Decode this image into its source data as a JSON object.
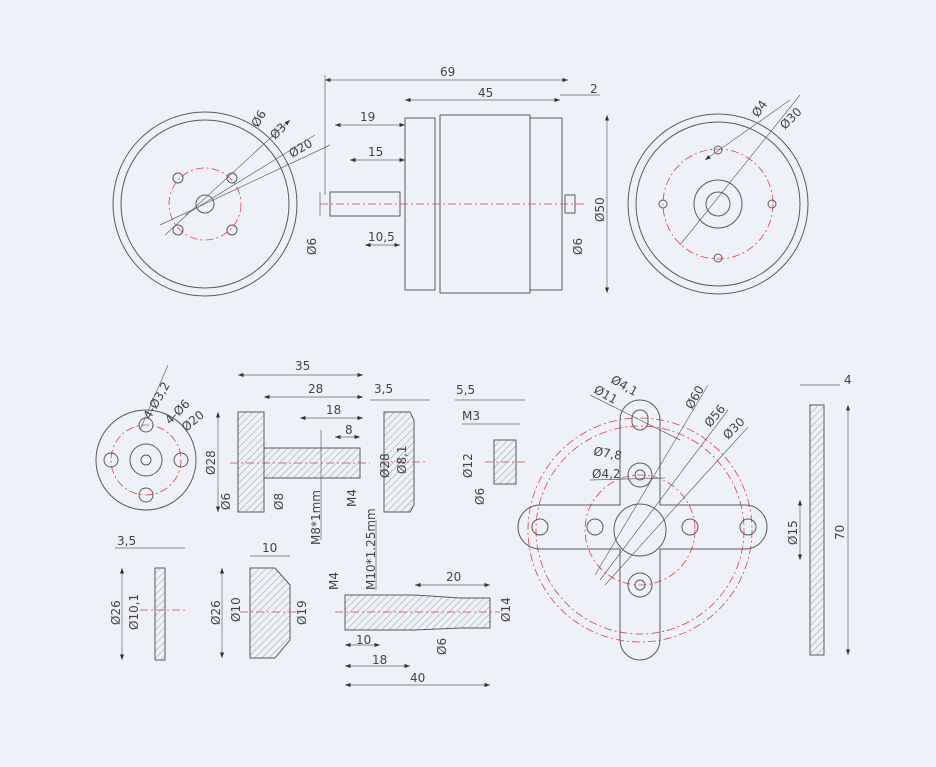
{
  "colors": {
    "background": "#eef2f8",
    "line": "#5a5a5a",
    "centerline": "#e04040"
  },
  "top_row": {
    "front_left": {
      "d_shaft": "Ø6",
      "d_holes": "Ø3",
      "d_bolt_circle": "Ø20"
    },
    "side": {
      "overall_length": "69",
      "body_length": "45",
      "gap": "2",
      "shaft_to_body": "19",
      "shaft_length": "15",
      "shaft_flat": "10,5",
      "d_shaft_left": "Ø6",
      "d_shaft_right": "Ø6",
      "d_body": "Ø50"
    },
    "front_right": {
      "d_holes": "Ø4",
      "d_bolt_circle": "Ø30"
    }
  },
  "bottom_row": {
    "prop_adapter_front": {
      "holes": "4-Ø3,2",
      "counterbore": "4-Ø6",
      "bolt_circle": "Ø20"
    },
    "prop_adapter_side": {
      "length_total": "35",
      "length_hub": "28",
      "length_thread": "18",
      "length_m4": "8",
      "d_flange": "Ø28",
      "d_bore": "Ø6",
      "d_shaft": "Ø8",
      "thread": "M8*1mm",
      "m4": "M4",
      "thread2": "M10*1.25mm"
    },
    "washer": {
      "thickness": "3,5",
      "d_outer": "Ø28",
      "d_inner": "Ø8,1"
    },
    "nut": {
      "thickness": "5,5",
      "thread": "M3",
      "d_outer": "Ø12",
      "d_inner": "Ø6"
    },
    "mount_plate": {
      "d11": "Ø11",
      "d41": "Ø4,1",
      "d60": "Ø60",
      "d56": "Ø56",
      "d30": "Ø30",
      "d78": "Ø7,8",
      "d42": "Ø4,2"
    },
    "mount_side": {
      "thickness": "4",
      "d_center": "Ø15",
      "height": "70"
    },
    "spacer": {
      "thickness": "3,5",
      "d_outer": "Ø26",
      "d_inner": "Ø10,1"
    },
    "cone": {
      "length": "10",
      "d_outer": "Ø26",
      "d_inner": "Ø10",
      "d_small": "Ø19"
    },
    "extension": {
      "m4": "M4",
      "length_right": "20",
      "d_outer": "Ø14",
      "length_10": "10",
      "d_bore": "Ø6",
      "length_18": "18",
      "length_total": "40"
    }
  }
}
